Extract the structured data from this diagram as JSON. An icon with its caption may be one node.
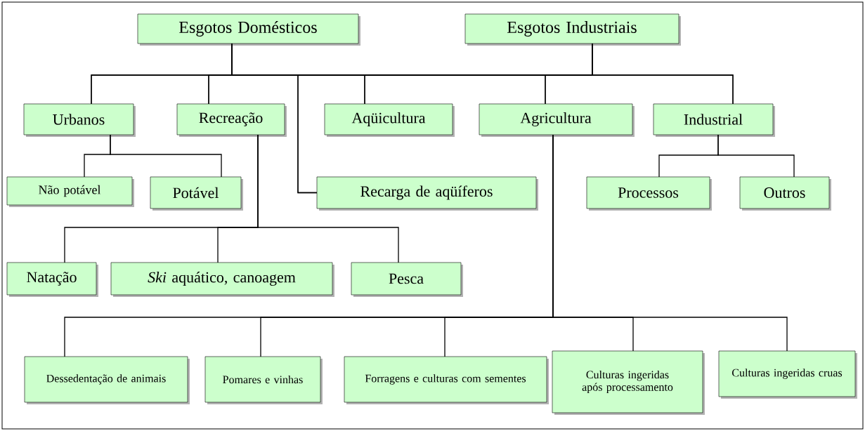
{
  "diagram": {
    "nodes": [
      {
        "text": [
          "Esgotos Domésticos"
        ]
      },
      {
        "text": [
          "Esgotos Industriais"
        ]
      },
      {
        "text": [
          "Urbanos"
        ]
      },
      {
        "text": [
          "Recreação"
        ]
      },
      {
        "text": [
          "Aqüicultura"
        ]
      },
      {
        "text": [
          "Agricultura"
        ]
      },
      {
        "text": [
          "Industrial"
        ]
      },
      {
        "text": [
          "Não potável"
        ]
      },
      {
        "text": [
          "Potável"
        ]
      },
      {
        "text": [
          "Recarga de aqüíferos"
        ]
      },
      {
        "text": [
          "Processos"
        ]
      },
      {
        "text": [
          "Outros"
        ]
      },
      {
        "text": [
          "Natação"
        ]
      },
      {
        "text": [
          "*Ski* aquático, canoagem"
        ]
      },
      {
        "text": [
          "Pesca"
        ]
      },
      {
        "text": [
          "Dessedentação de animais"
        ]
      },
      {
        "text": [
          "Pomares e vinhas"
        ]
      },
      {
        "text": [
          "Forragens e culturas com sementes"
        ]
      },
      {
        "text": [
          "Culturas ingeridas após processamento"
        ]
      },
      {
        "text": [
          "Culturas ingeridas cruas"
        ]
      }
    ],
    "edges": [
      {
        "from": 0,
        "to": 2,
        "arrow": "none"
      },
      {
        "from": 0,
        "to": 3,
        "arrow": "none"
      },
      {
        "from": 0,
        "to": 9,
        "arrow": "none"
      },
      {
        "from": 0,
        "to": 4,
        "arrow": "none"
      },
      {
        "from": 0,
        "to": 5,
        "arrow": "none"
      },
      {
        "from": 0,
        "to": 6,
        "arrow": "none"
      },
      {
        "from": 1,
        "to": 2,
        "arrow": "none"
      },
      {
        "from": 1,
        "to": 3,
        "arrow": "none"
      },
      {
        "from": 1,
        "to": 9,
        "arrow": "none"
      },
      {
        "from": 1,
        "to": 4,
        "arrow": "none"
      },
      {
        "from": 1,
        "to": 5,
        "arrow": "none"
      },
      {
        "from": 1,
        "to": 6,
        "arrow": "none"
      },
      {
        "from": 2,
        "to": 7,
        "arrow": "none"
      },
      {
        "from": 2,
        "to": 8,
        "arrow": "none"
      },
      {
        "from": 3,
        "to": 12,
        "arrow": "none"
      },
      {
        "from": 3,
        "to": 13,
        "arrow": "none"
      },
      {
        "from": 3,
        "to": 14,
        "arrow": "none"
      },
      {
        "from": 6,
        "to": 10,
        "arrow": "none"
      },
      {
        "from": 6,
        "to": 11,
        "arrow": "none"
      },
      {
        "from": 5,
        "to": 15,
        "arrow": "none"
      },
      {
        "from": 5,
        "to": 16,
        "arrow": "none"
      },
      {
        "from": 5,
        "to": 17,
        "arrow": "none"
      },
      {
        "from": 5,
        "to": 18,
        "arrow": "none"
      },
      {
        "from": 5,
        "to": 19,
        "arrow": "none"
      }
    ]
  }
}
